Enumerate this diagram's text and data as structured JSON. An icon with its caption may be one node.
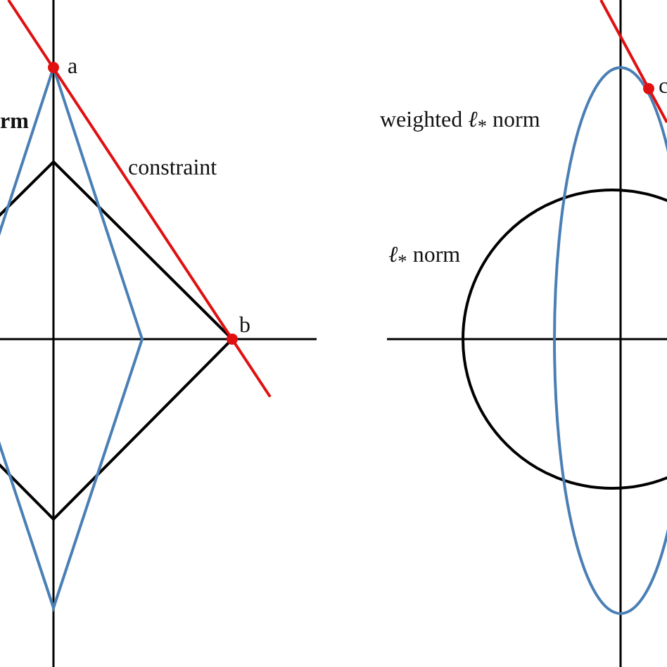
{
  "diagram": {
    "labels": [
      "a",
      "rm",
      "constraint",
      "b",
      "weighted *ℓ*$_{*}$ norm",
      "c",
      "*ℓ*$_{*}$ norm"
    ]
  }
}
